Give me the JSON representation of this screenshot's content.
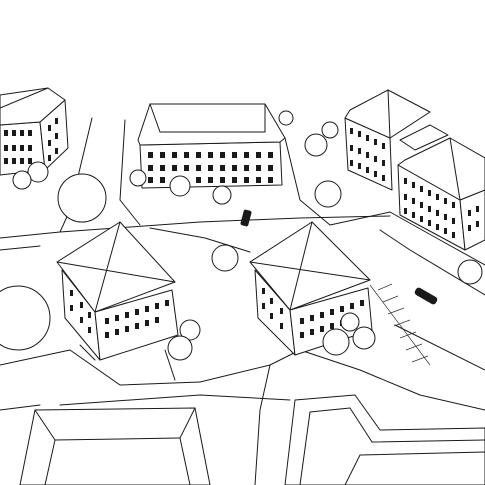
{
  "scene": {
    "style": "pencil line sketch",
    "colors": {
      "background": "#ffffff",
      "ink": "#1a1a1a"
    },
    "buildings": [
      {
        "id": "top-left-block"
      },
      {
        "id": "top-center-block"
      },
      {
        "id": "top-right-block"
      },
      {
        "id": "right-long-block"
      },
      {
        "id": "center-left-pavilion"
      },
      {
        "id": "center-right-pavilion"
      },
      {
        "id": "bottom-left-block"
      },
      {
        "id": "bottom-right-block"
      }
    ],
    "cars": [
      {
        "id": "car-center"
      },
      {
        "id": "car-right"
      }
    ],
    "trees": {
      "count": 18
    }
  }
}
